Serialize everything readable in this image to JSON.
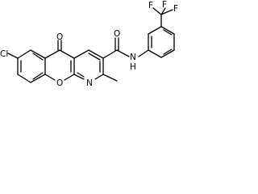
{
  "molecule": {
    "atom_labels": {
      "chlorine": "Cl",
      "carbonyl_oxygen": "O",
      "ring_oxygen": "O",
      "ring_nitrogen": "N",
      "amide_oxygen": "O",
      "amide_nitrogen_N": "N",
      "amide_nitrogen_H": "H",
      "cf3_fluorine_1": "F",
      "cf3_fluorine_2": "F",
      "cf3_fluorine_3": "F"
    },
    "colors": {
      "bond": "#000000",
      "label": "#000000",
      "background": "#ffffff"
    }
  }
}
